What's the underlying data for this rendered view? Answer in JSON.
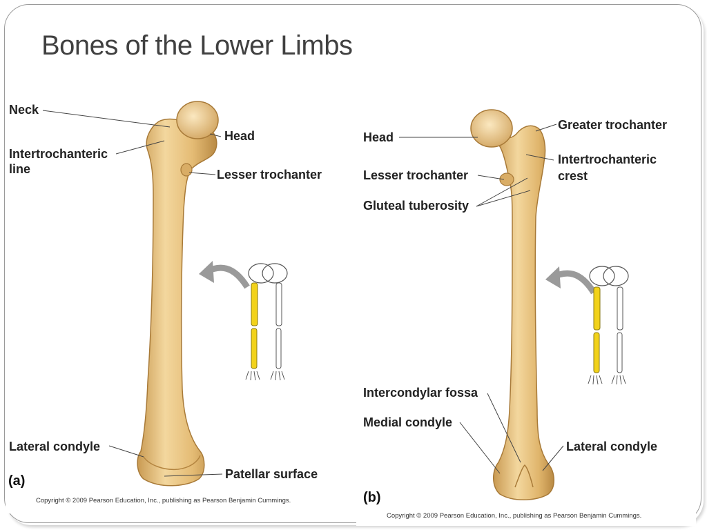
{
  "slide": {
    "title": "Bones of the Lower Limbs"
  },
  "panel_a": {
    "tag": "(a)",
    "labels": {
      "neck": "Neck",
      "intertrochanteric_line_1": "Intertrochanteric",
      "intertrochanteric_line_2": "line",
      "head": "Head",
      "lesser_trochanter": "Lesser trochanter",
      "lateral_condyle": "Lateral condyle",
      "patellar_surface": "Patellar surface"
    },
    "copyright": "Copyright © 2009 Pearson Education, Inc., publishing as Pearson Benjamin Cummings."
  },
  "panel_b": {
    "tag": "(b)",
    "labels": {
      "head": "Head",
      "greater_trochanter": "Greater trochanter",
      "intertrochanteric_crest_1": "Intertrochanteric",
      "intertrochanteric_crest_2": "crest",
      "lesser_trochanter": "Lesser trochanter",
      "gluteal_tuberosity": "Gluteal tuberosity",
      "intercondylar_fossa": "Intercondylar fossa",
      "medial_condyle": "Medial condyle",
      "lateral_condyle": "Lateral condyle"
    },
    "copyright": "Copyright © 2009 Pearson Education, Inc., publishing as Pearson Benjamin Cummings."
  },
  "colors": {
    "bone": "#e8c27e",
    "bone_shadow": "#c99a52",
    "bone_highlight": "#f6dfae",
    "femur_highlight_in_skeleton": "#f2d21a",
    "arrow": "#9a9a9a",
    "leader_line": "#444444"
  }
}
